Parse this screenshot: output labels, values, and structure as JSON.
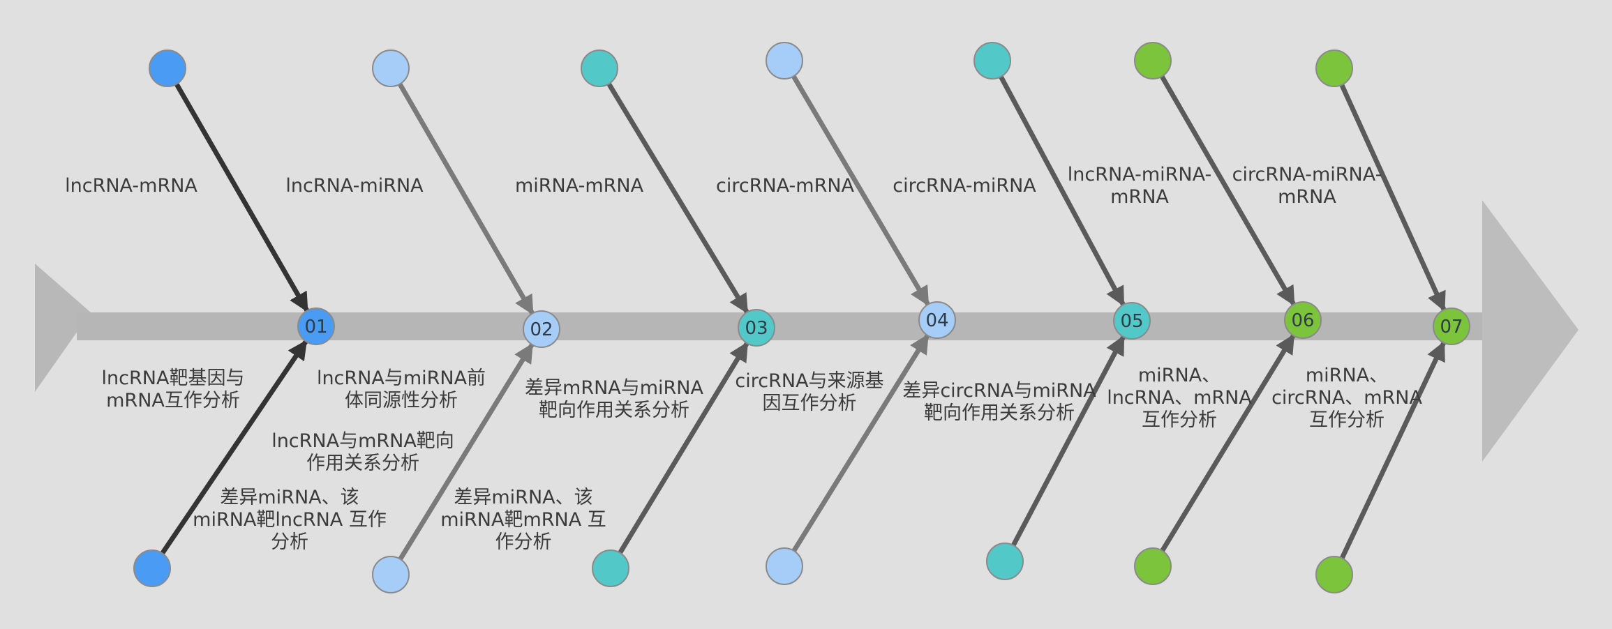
{
  "colors": {
    "background": "#e0e0e0",
    "spine": "#b6b6b6",
    "arrow_dark": "#333333",
    "arrow_mid": "#5a5a5a",
    "arrow_light": "#7a7a7a",
    "blue": "#4a9bf4",
    "light_blue": "#a6cdf8",
    "teal": "#52c8c8",
    "green": "#7cc43c"
  },
  "nodes": [
    {
      "id": "01",
      "color": "blue",
      "top_label": "lncRNA-mRNA",
      "bottom_label": "lncRNA靶基因与\nmRNA互作分析",
      "extra_label": "差异miRNA、该\nmiRNA靶lncRNA 互作\n分析"
    },
    {
      "id": "02",
      "color": "light_blue",
      "top_label": "lncRNA-miRNA",
      "bottom_label": "lncRNA与miRNA前\n体同源性分析",
      "extra_label": "lncRNA与mRNA靶向\n作用关系分析"
    },
    {
      "id": "03",
      "color": "teal",
      "top_label": "miRNA-mRNA",
      "bottom_label": "差异mRNA与miRNA\n靶向作用关系分析",
      "extra_label": "差异miRNA、该\nmiRNA靶mRNA 互\n作分析"
    },
    {
      "id": "04",
      "color": "light_blue",
      "top_label": "circRNA-mRNA",
      "bottom_label": "circRNA与来源基\n因互作分析",
      "extra_label": ""
    },
    {
      "id": "05",
      "color": "teal",
      "top_label": "circRNA-miRNA",
      "bottom_label": "差异circRNA与miRNA\n靶向作用关系分析",
      "extra_label": ""
    },
    {
      "id": "06",
      "color": "green",
      "top_label": "lncRNA-miRNA-\nmRNA",
      "bottom_label": "miRNA、\nlncRNA、mRNA\n互作分析",
      "extra_label": ""
    },
    {
      "id": "07",
      "color": "green",
      "top_label": "circRNA-miRNA-\nmRNA",
      "bottom_label": "miRNA、\ncircRNA、mRNA\n互作分析",
      "extra_label": ""
    }
  ]
}
